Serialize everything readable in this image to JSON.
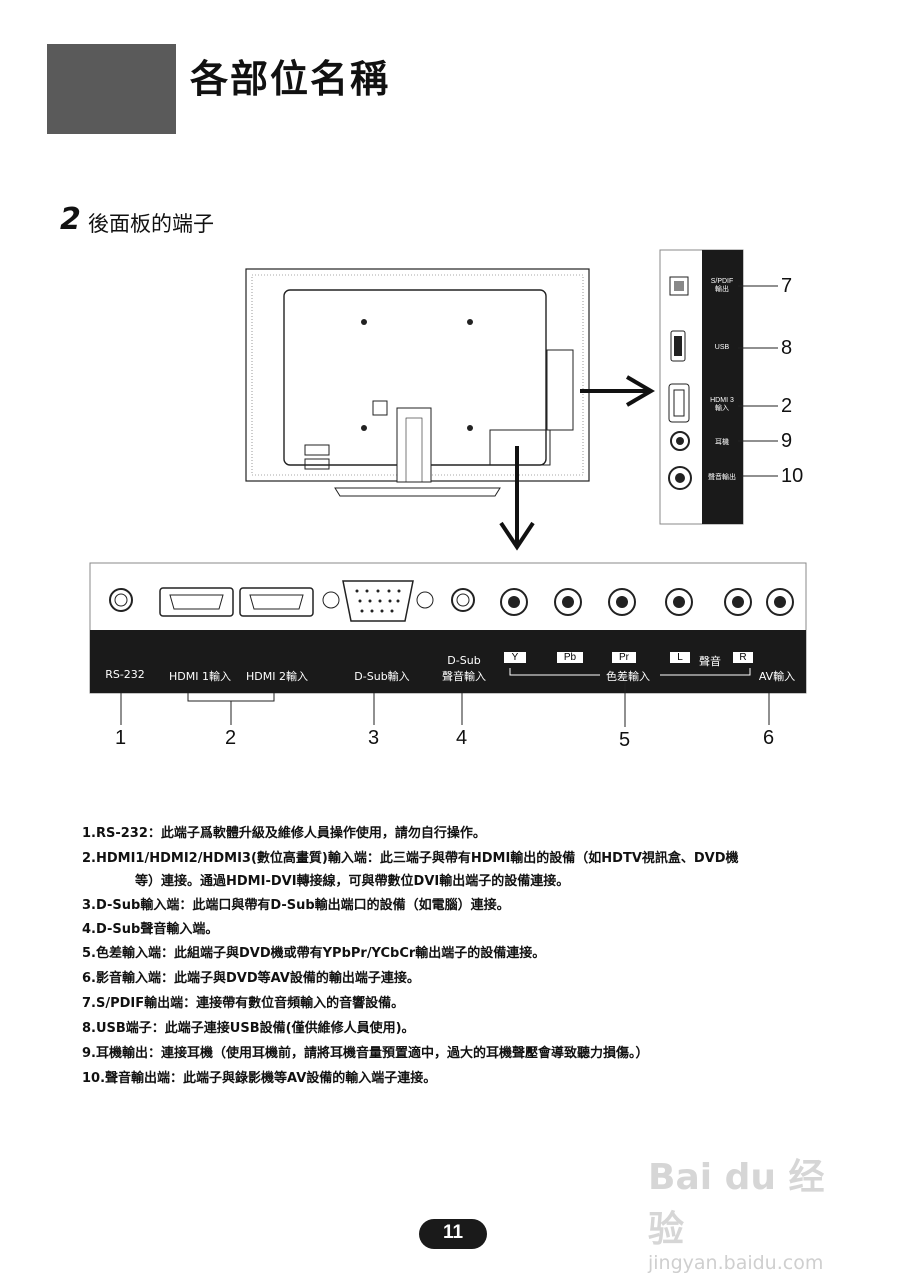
{
  "header": {
    "title": "各部位名稱"
  },
  "section": {
    "number": "2",
    "title": "後面板的端子"
  },
  "side_panel": {
    "labels": [
      {
        "text": "S/PDIF\n輸出",
        "num": "7"
      },
      {
        "text": "USB",
        "num": "8"
      },
      {
        "text": "HDMI 3\n輸入",
        "num": "2"
      },
      {
        "text": "耳機",
        "num": "9"
      },
      {
        "text": "聲音輸出",
        "num": "10"
      }
    ]
  },
  "bottom_panel": {
    "rs232": "RS-232",
    "hdmi1": "HDMI 1輸入",
    "hdmi2": "HDMI 2輸入",
    "dsub": "D-Sub輸入",
    "dsub_audio_line1": "D-Sub",
    "dsub_audio_line2": "聲音輸入",
    "y": "Y",
    "pb": "Pb",
    "pr": "Pr",
    "color_diff": "色差輸入",
    "l": "L",
    "sound": "聲音",
    "r": "R",
    "av_in": "AV輸入",
    "numbers": [
      "1",
      "2",
      "3",
      "4",
      "5",
      "6"
    ]
  },
  "descriptions": [
    "1.RS-232：此端子爲軟體升級及維修人員操作使用，請勿自行操作。",
    "2.HDMI1/HDMI2/HDMI3(數位高畫質)輸入端：此三端子與帶有HDMI輸出的設備（如HDTV視訊盒、DVD機",
    "等）連接。通過HDMI-DVI轉接線，可與帶數位DVI輸出端子的設備連接。",
    "3.D-Sub輸入端：此端口與帶有D-Sub輸出端口的設備（如電腦）連接。",
    "4.D-Sub聲音輸入端。",
    "5.色差輸入端：此組端子與DVD機或帶有YPbPr/YCbCr輸出端子的設備連接。",
    "6.影音輸入端：此端子與DVD等AV設備的輸出端子連接。",
    "7.S/PDIF輸出端：連接帶有數位音頻輸入的音響設備。",
    "8.USB端子：此端子連接USB設備(僅供維修人員使用)。",
    "9.耳機輸出：連接耳機（使用耳機前，請將耳機音量預置適中，過大的耳機聲壓會導致聽力損傷。）",
    "10.聲音輸出端：此端子與錄影機等AV設備的輸入端子連接。"
  ],
  "page_number": "11",
  "watermark": {
    "logo": "Bai du 经验",
    "url": "jingyan.baidu.com"
  }
}
